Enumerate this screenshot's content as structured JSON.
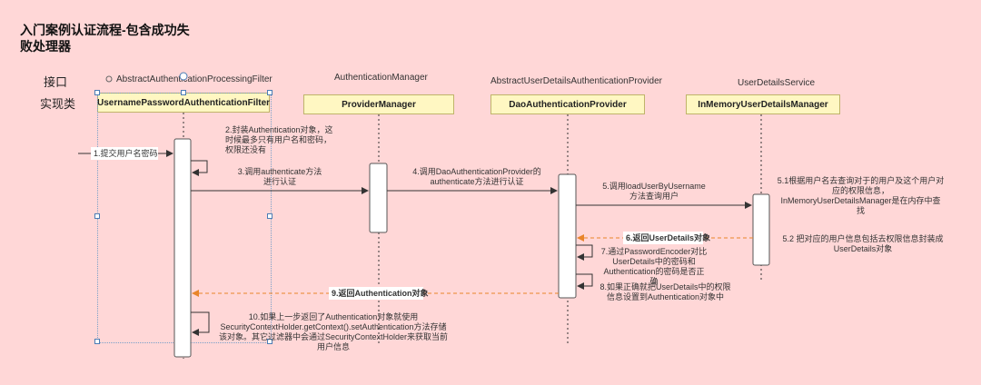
{
  "title": "入门案例认证流程-包含成功失败处理器",
  "labels": {
    "interface": "接口",
    "impl": "实现类"
  },
  "interfaces": {
    "filter": "AbstractAuthenticationProcessingFilter",
    "manager": "AuthenticationManager",
    "provider": "AbstractUserDetailsAuthenticationProvider",
    "service": "UserDetailsService"
  },
  "classes": {
    "filter": "UsernamePasswordAuthenticationFilter",
    "manager": "ProviderManager",
    "provider": "DaoAuthenticationProvider",
    "service": "InMemoryUserDetailsManager"
  },
  "messages": {
    "m1": "1.提交用户名密码",
    "m2": "2.封装Authentication对象，这时候最多只有用户名和密码，权限还没有",
    "m3": "3.调用authenticate方法进行认证",
    "m4": "4.调用DaoAuthenticationProvider的authenticate方法进行认证",
    "m5": "5.调用loadUserByUsername方法查询用户",
    "m51": "5.1根据用户名去查询对于的用户及这个用户对应的权限信息，InMemoryUserDetailsManager是在内存中查找",
    "m52": "5.2 把对应的用户信息包括去权限信息封装成UserDetails对象",
    "m6": "6.返回UserDetails对象",
    "m7": "7.通过PasswordEncoder对比UserDetails中的密码和Authentication的密码是否正确",
    "m8": "8.如果正确就把UserDetails中的权限信息设置到Authentication对象中",
    "m9": "9.返回Authentication对象",
    "m10": "10.如果上一步返回了Authentication对象就使用SecurityContextHolder.getContext().setAuthentication方法存储该对象。其它过滤器中会通过SecurityContextHolder来获取当前用户信息"
  },
  "colors": {
    "background": "#ffd7d7",
    "box": "#fff7c2",
    "return_arrow": "#e8852a",
    "arrow": "#333333"
  }
}
